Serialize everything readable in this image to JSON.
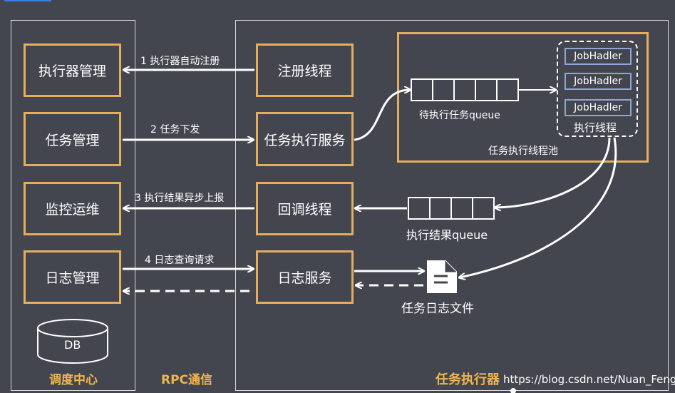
{
  "header_link": "",
  "scheduler": {
    "title": "调度中心",
    "boxes": [
      "执行器管理",
      "任务管理",
      "监控运维",
      "日志管理"
    ],
    "db_label": "DB"
  },
  "rpc": {
    "title": "RPC通信",
    "arrows": [
      "1 执行器自动注册",
      "2 任务下发",
      "3 执行结果异步上报",
      "4 日志查询请求"
    ]
  },
  "executor": {
    "title": "任务执行器",
    "boxes": [
      "注册线程",
      "任务执行服务",
      "回调线程",
      "日志服务"
    ],
    "pool_label": "任务执行线程池",
    "queue_label": "待执行任务queue",
    "job_handlers": [
      "JobHadler",
      "JobHadler",
      "JobHadler"
    ],
    "thread_label": "执行线程",
    "result_queue_label": "执行结果queue",
    "log_file_label": "任务日志文件"
  },
  "watermark": "https://blog.csdn.net/Nuan_Feng",
  "colors": {
    "background": "#44464f",
    "box_border": "#e5ad5c",
    "title": "#f0b54e",
    "handler_border": "#8fa7d8"
  }
}
